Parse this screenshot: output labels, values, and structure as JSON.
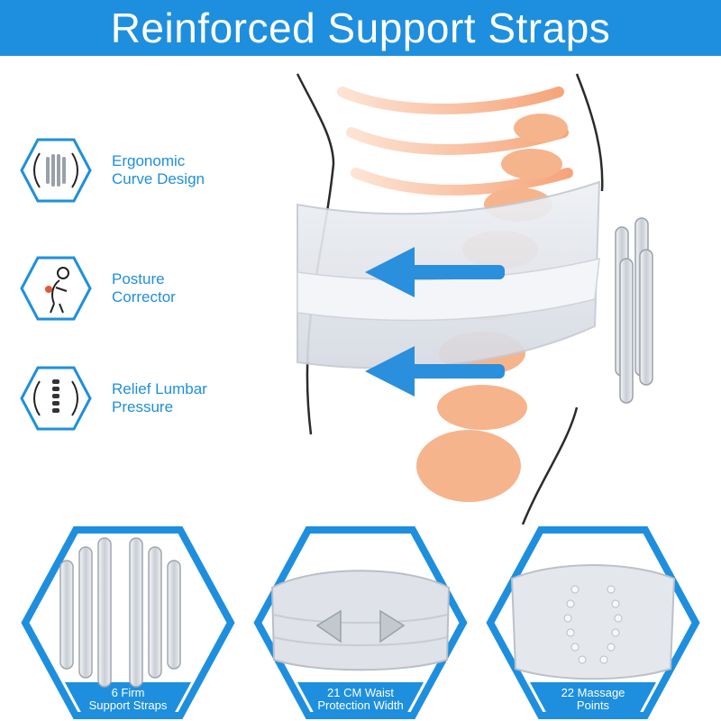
{
  "banner": {
    "title": "Reinforced Support Straps",
    "color": "#1e8fde"
  },
  "features": [
    {
      "icon": "curve-design-icon",
      "line1": "Ergonomic",
      "line2": "Curve Design"
    },
    {
      "icon": "posture-icon",
      "line1": "Posture",
      "line2": "Corrector"
    },
    {
      "icon": "spine-relief-icon",
      "line1": "Relief Lumbar",
      "line2": "Pressure"
    }
  ],
  "cards": [
    {
      "line1": "6 Firm",
      "line2": "Support Straps"
    },
    {
      "line1": "21 CM Waist",
      "line2": "Protection Width"
    },
    {
      "line1": "22 Massage",
      "line2": "Points"
    }
  ],
  "colors": {
    "accent": "#1e8fde",
    "spine": "#f6b48c",
    "brace": "#e3e6ec"
  }
}
